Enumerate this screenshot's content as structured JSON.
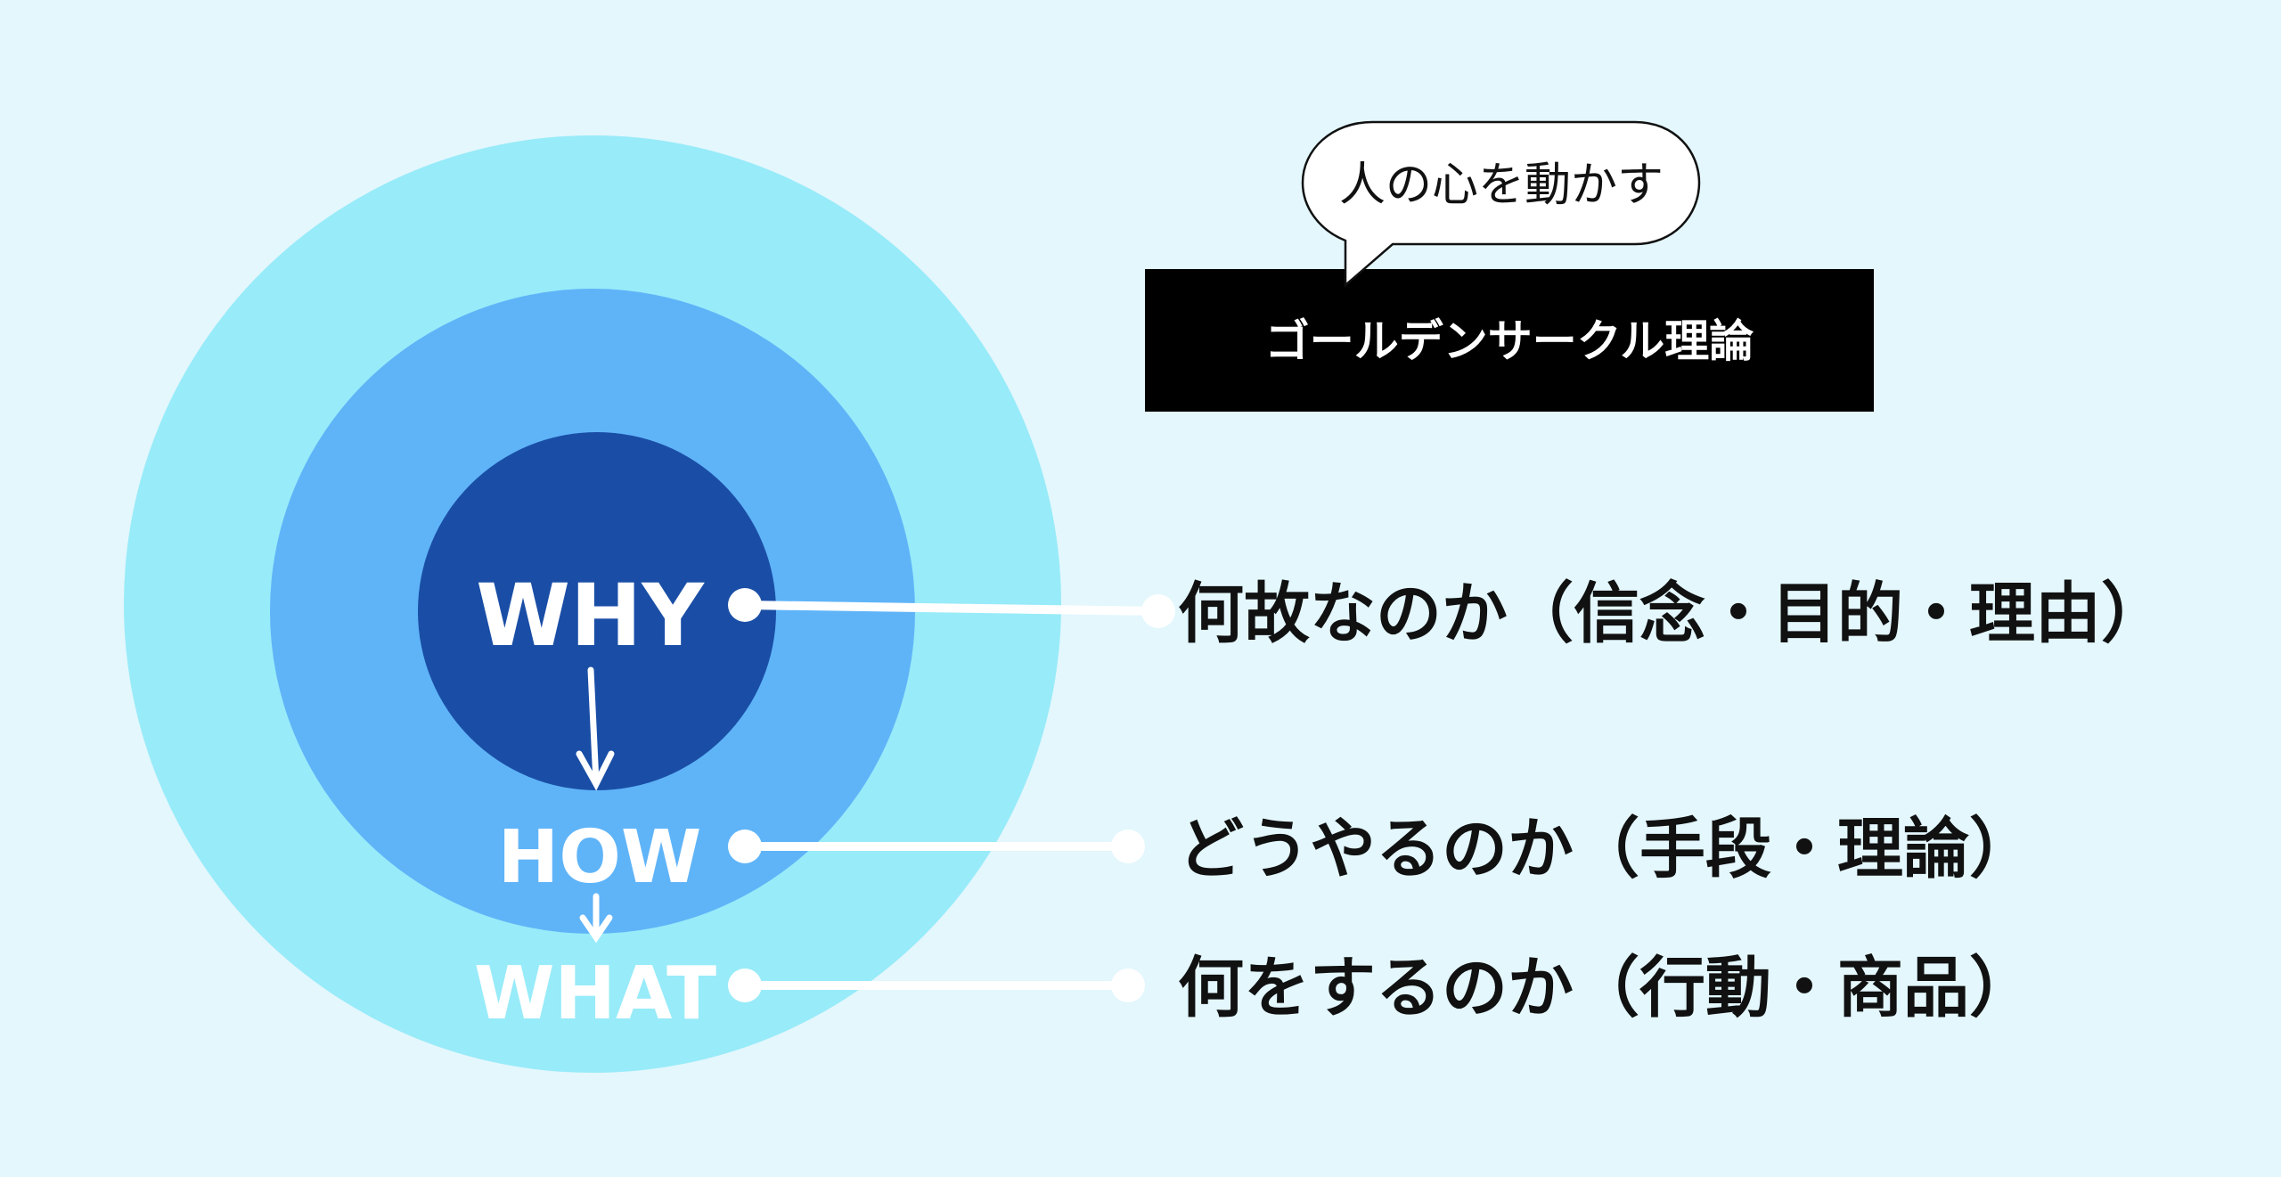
{
  "colors": {
    "background": "#e3f7fd",
    "outer_circle": "#98ebf9",
    "middle_circle": "#5fb4f8",
    "inner_circle": "#1a4ea6",
    "title_box": "#000000"
  },
  "speech_bubble": "人の心を動かす",
  "title": "ゴールデンサークル理論",
  "levels": [
    {
      "label": "WHY",
      "description": "何故なのか（信念・目的・理由）"
    },
    {
      "label": "HOW",
      "description": "どうやるのか（手段・理論）"
    },
    {
      "label": "WHAT",
      "description": "何をするのか（行動・商品）"
    }
  ]
}
